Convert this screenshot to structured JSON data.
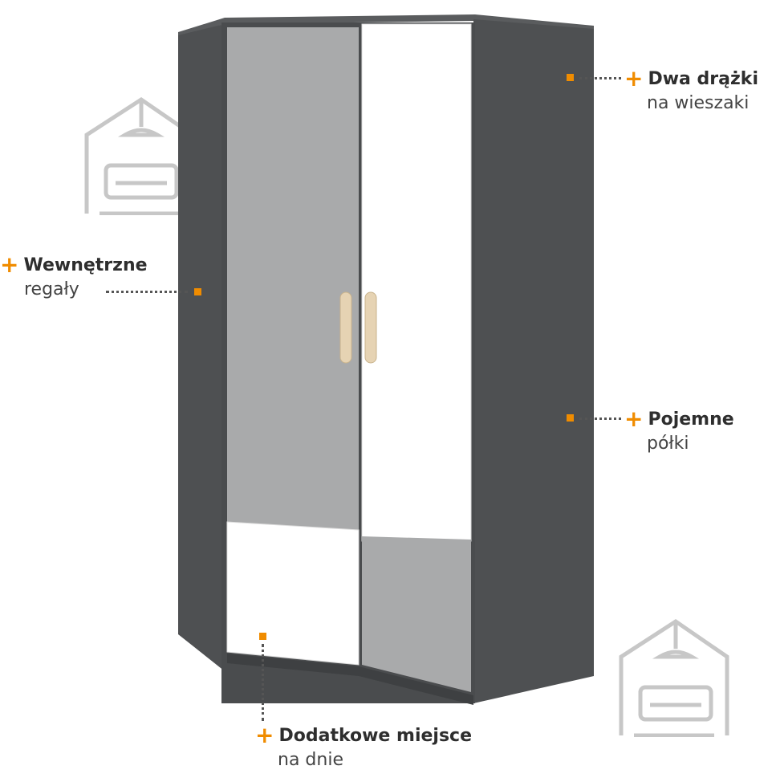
{
  "callouts": {
    "rods": {
      "title": "Dwa drążki",
      "subtitle": "na wieszaki"
    },
    "shelves_internal": {
      "title": "Wewnętrzne",
      "subtitle": "regały"
    },
    "shelves": {
      "title": "Pojemne",
      "subtitle": "półki"
    },
    "bottom": {
      "title": "Dodatkowe miejsce",
      "subtitle": "na dnie"
    }
  },
  "symbols": {
    "plus": "+"
  },
  "colors": {
    "accent": "#f08c00",
    "body": "#4e5052",
    "door_grey": "#a9aaab",
    "door_white": "#ffffff",
    "handle": "#e6d3b3"
  },
  "icons": [
    "house-sofa-watermark-icon",
    "house-sofa-watermark-icon"
  ]
}
